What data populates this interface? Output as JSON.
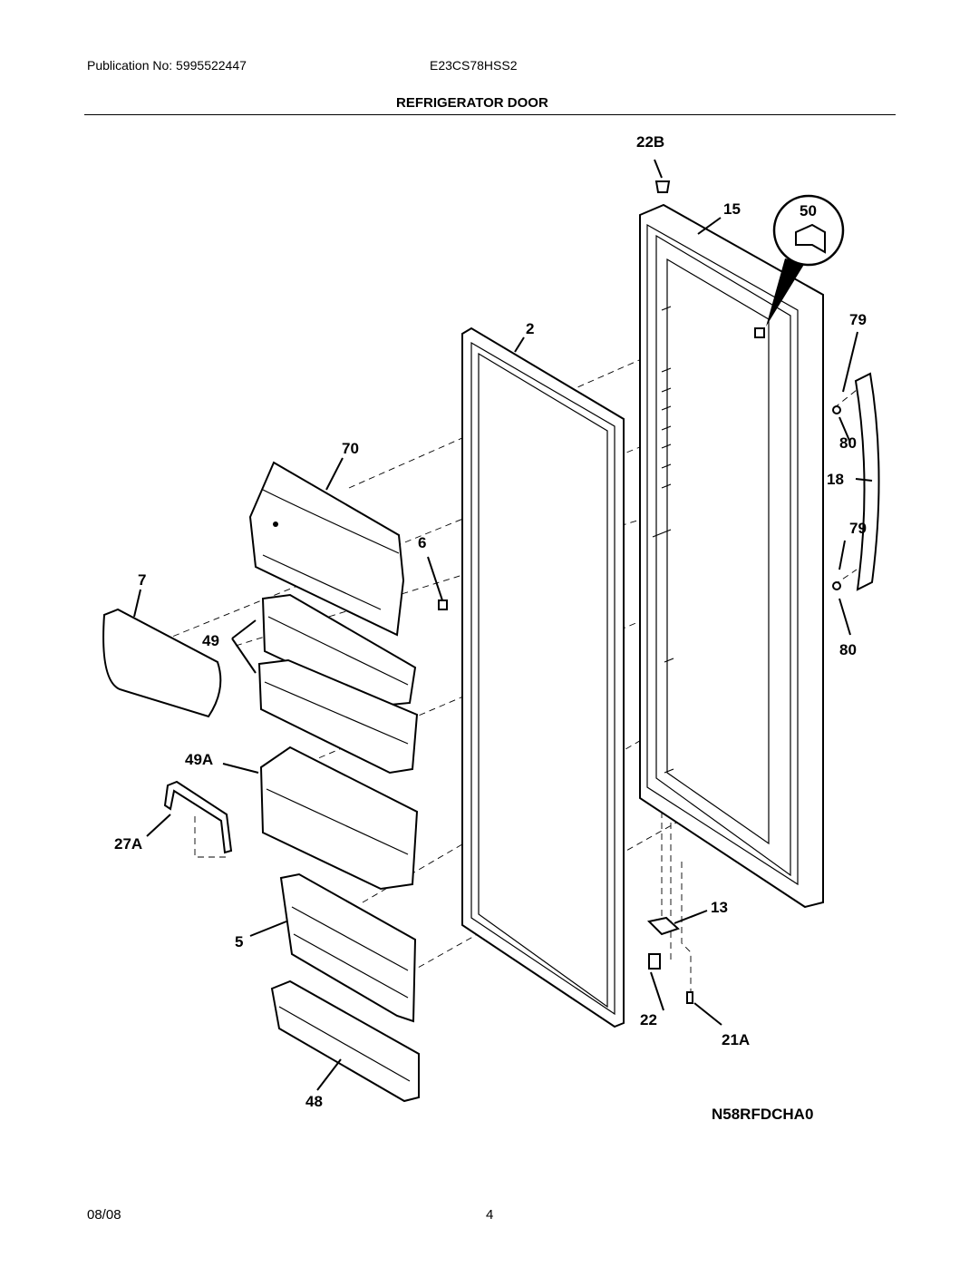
{
  "header": {
    "publication": "Publication No: 5995522447",
    "model": "E23CS78HSS2",
    "section_title": "REFRIGERATOR DOOR"
  },
  "diagram": {
    "code": "N58RFDCHA0",
    "callouts": {
      "p22B": "22B",
      "p15": "15",
      "p50": "50",
      "p2": "2",
      "p79a": "79",
      "p70": "70",
      "p80a": "80",
      "p18": "18",
      "p6": "6",
      "p79b": "79",
      "p7": "7",
      "p49": "49",
      "p80b": "80",
      "p49A": "49A",
      "p27A": "27A",
      "p13": "13",
      "p5": "5",
      "p22": "22",
      "p21A": "21A",
      "p48": "48"
    }
  },
  "footer": {
    "date": "08/08",
    "page": "4"
  }
}
